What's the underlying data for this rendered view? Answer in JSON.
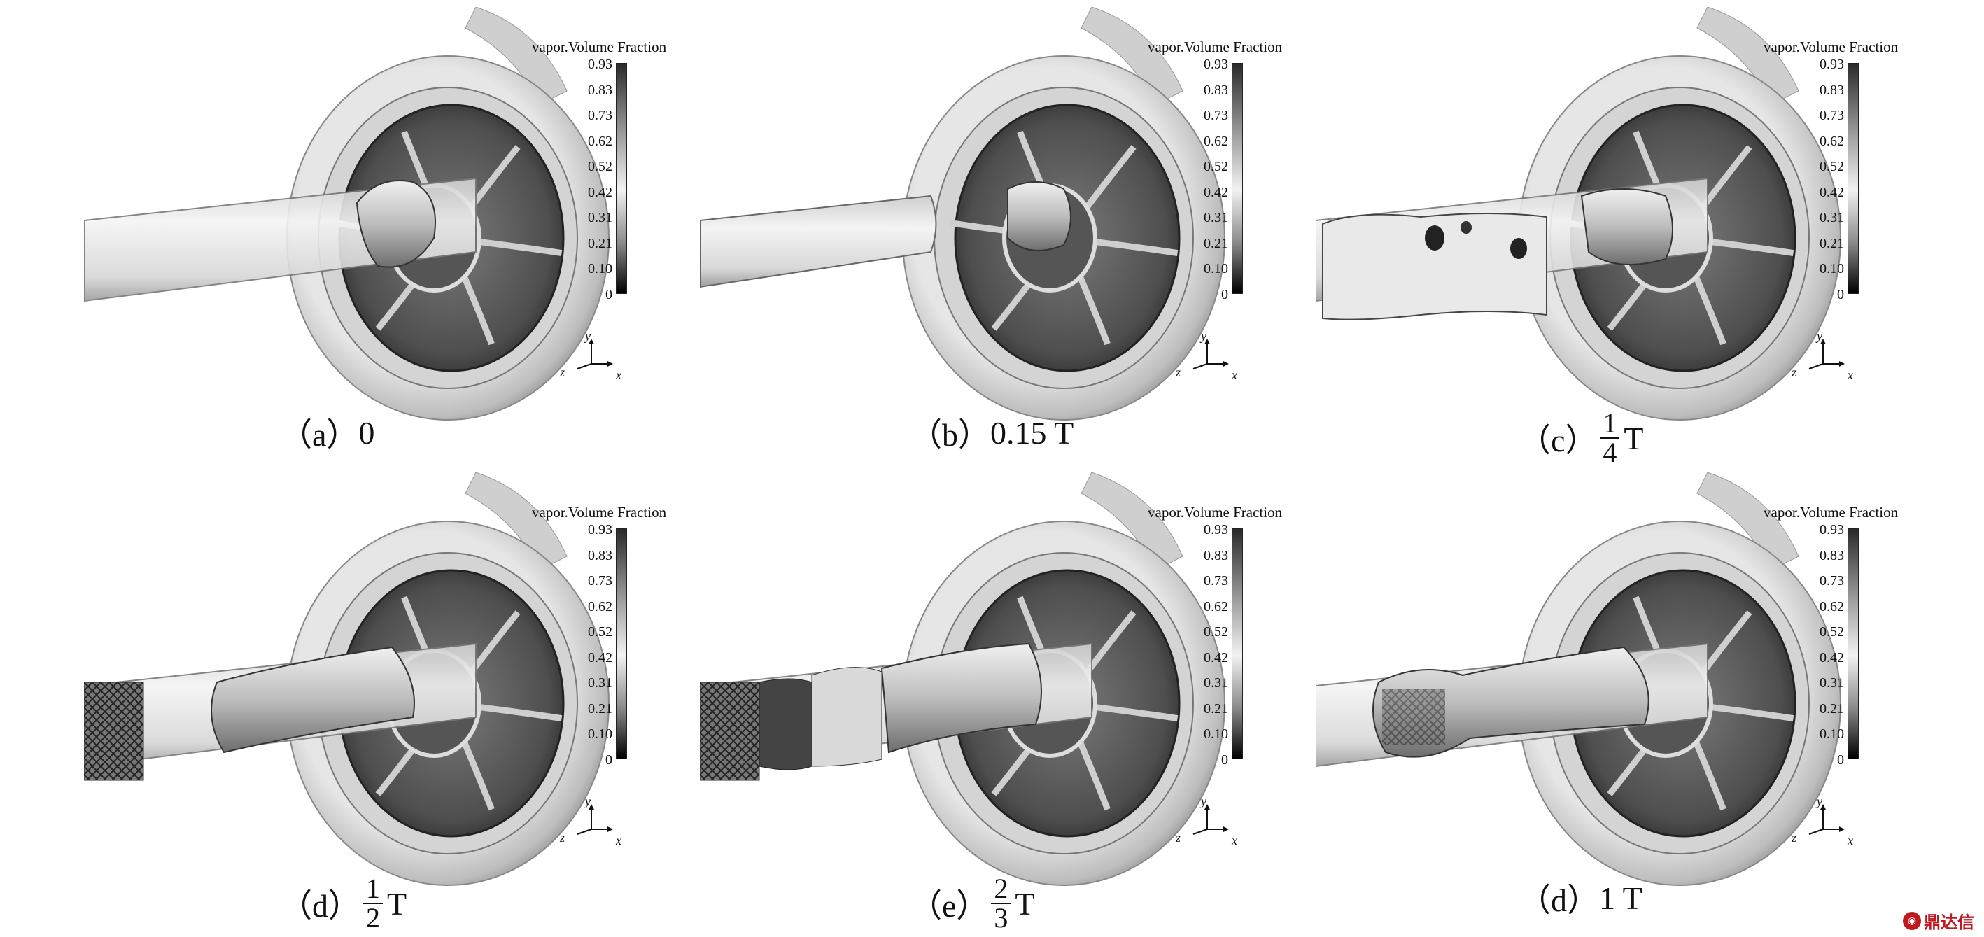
{
  "colorbar": {
    "title": "vapor.Volume Fraction",
    "ticks": [
      "0.93",
      "0.83",
      "0.73",
      "0.62",
      "0.52",
      "0.42",
      "0.31",
      "0.21",
      "0.10",
      "0"
    ]
  },
  "axes": {
    "y": "y",
    "z": "z",
    "x": "x"
  },
  "panels": [
    {
      "label": "（a）",
      "value": "0",
      "frac_num": "",
      "frac_den": "",
      "unit": ""
    },
    {
      "label": "（b）",
      "value": "0.15 T",
      "frac_num": "",
      "frac_den": "",
      "unit": ""
    },
    {
      "label": "（c）",
      "value": "",
      "frac_num": "1",
      "frac_den": "4",
      "unit": "T"
    },
    {
      "label": "（d）",
      "value": "",
      "frac_num": "1",
      "frac_den": "2",
      "unit": "T"
    },
    {
      "label": "（e）",
      "value": "",
      "frac_num": "2",
      "frac_den": "3",
      "unit": "T"
    },
    {
      "label": "（d）",
      "value": "1 T",
      "frac_num": "",
      "frac_den": "",
      "unit": ""
    }
  ],
  "watermark": {
    "text": "鼎达信",
    "icon": "logo-mark-icon"
  }
}
